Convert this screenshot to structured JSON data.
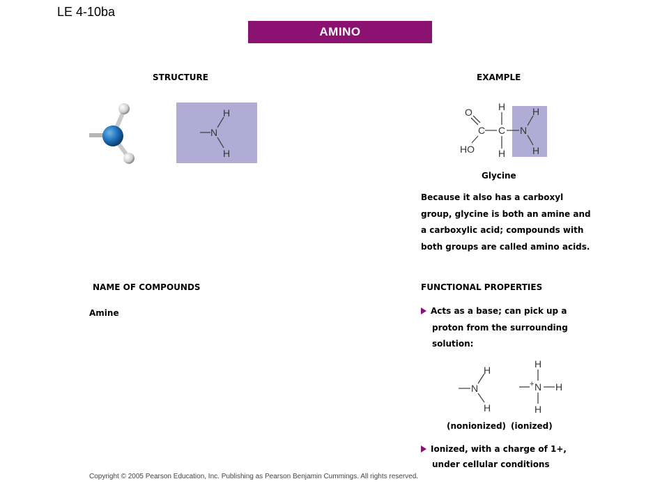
{
  "slide_label": "LE 4-10ba",
  "banner_title": "AMINO",
  "structure": {
    "heading": "STRUCTURE",
    "atoms": {
      "h_top": "H",
      "n": "N",
      "h_bottom": "H"
    }
  },
  "example": {
    "heading": "EXAMPLE",
    "atoms": {
      "o": "O",
      "ho": "HO",
      "c1": "C",
      "c2": "C",
      "h_top": "H",
      "h_bottom": "H",
      "n": "N",
      "nh_top": "H",
      "nh_bottom": "H"
    },
    "caption": "Glycine",
    "description_lines": [
      "Because it also has a carboxyl",
      "group, glycine is both an amine and",
      "a carboxylic acid; compounds with",
      "both groups are called amino acids."
    ]
  },
  "names": {
    "heading": "NAME OF COMPOUNDS",
    "value": "Amine"
  },
  "properties": {
    "heading": "FUNCTIONAL PROPERTIES",
    "bullet1_lines": [
      "Acts as a base; can pick up a",
      "proton from the surrounding",
      "solution:"
    ],
    "nonionized": {
      "h_top": "H",
      "n": "N",
      "h_bottom": "H",
      "label": "(nonionized)"
    },
    "ionized": {
      "h_top": "H",
      "plus": "+",
      "n": "N",
      "h_right": "H",
      "h_bottom": "H",
      "label": "(ionized)"
    },
    "bullet2_lines": [
      "Ionized, with a charge of 1+,",
      "under cellular conditions"
    ]
  },
  "copyright": "Copyright © 2005 Pearson Education, Inc. Publishing as Pearson Benjamin Cummings. All rights reserved.",
  "colors": {
    "banner": "#8b1270",
    "highlight": "#b1acd5",
    "nitrogen_ball": "#1b6fb8",
    "hydrogen_ball": "#d8d8d8"
  }
}
